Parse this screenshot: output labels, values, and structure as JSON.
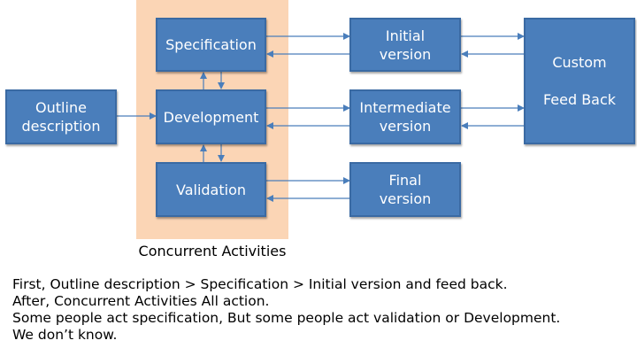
{
  "diagram": {
    "boxes": {
      "outline": "Outline\ndescription",
      "specification": "Specification",
      "development": "Development",
      "validation": "Validation",
      "initial": "Initial\nversion",
      "intermediate": "Intermediate\nversion",
      "final": "Final\nversion",
      "custom": "Custom\n\nFeed Back"
    },
    "panel_label": "Concurrent Activities"
  },
  "notes": [
    "First, Outline description > Specification > Initial version and feed back.",
    "After, Concurrent Activities All action.",
    "Some people act specification, But some people act validation or Development.",
    "We don’t know."
  ],
  "colors": {
    "box_fill": "#4a7ebb",
    "panel_fill": "#fbd5b5",
    "arrow": "#4a7ebb"
  }
}
